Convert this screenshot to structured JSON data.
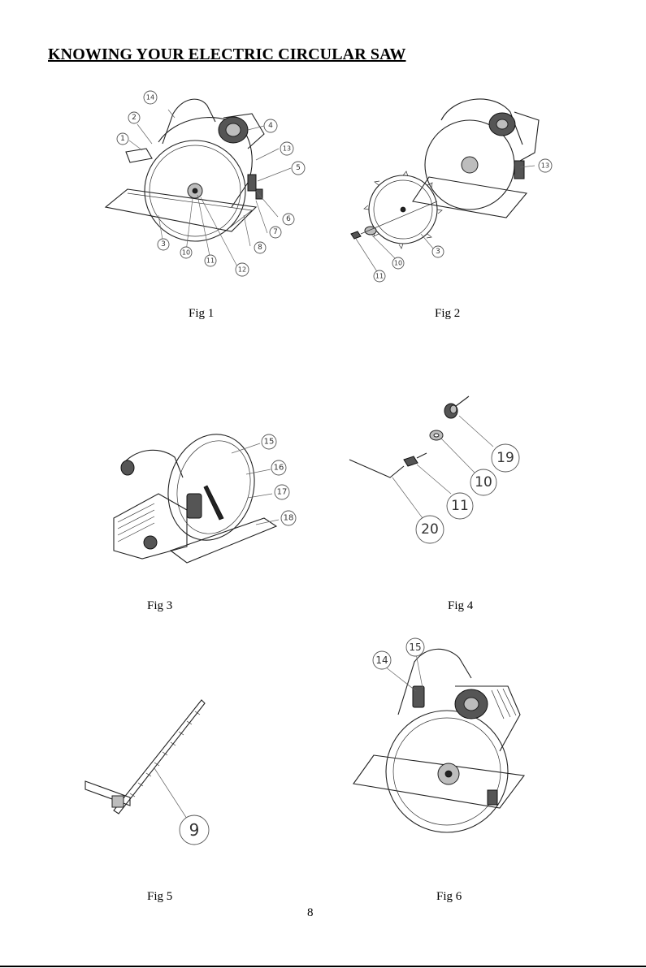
{
  "page": {
    "title": "KNOWING YOUR ELECTRIC CIRCULAR SAW",
    "page_number": "8"
  },
  "figures": {
    "fig1": {
      "caption": "Fig 1",
      "callouts": [
        "1",
        "2",
        "3",
        "4",
        "5",
        "6",
        "7",
        "8",
        "10",
        "11",
        "12",
        "13",
        "14"
      ]
    },
    "fig2": {
      "caption": "Fig 2",
      "callouts": [
        "3",
        "10",
        "11",
        "13"
      ]
    },
    "fig3": {
      "caption": "Fig 3",
      "callouts": [
        "15",
        "16",
        "17",
        "18"
      ]
    },
    "fig4": {
      "caption": "Fig 4",
      "callouts": [
        "10",
        "11",
        "19",
        "20"
      ]
    },
    "fig5": {
      "caption": "Fig 5",
      "callouts": [
        "9"
      ]
    },
    "fig6": {
      "caption": "Fig 6",
      "callouts": [
        "14",
        "15"
      ]
    }
  }
}
